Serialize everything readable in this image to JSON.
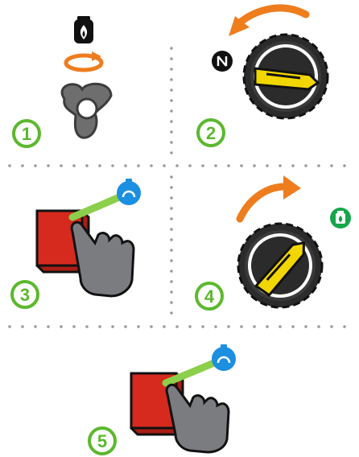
{
  "steps": [
    {
      "number": "1",
      "description_icons": [
        "gas-canister-icon",
        "rotate-icon",
        "gas-valve-handle-icon"
      ]
    },
    {
      "number": "2",
      "description_icons": [
        "off-symbol-icon",
        "control-knob-icon",
        "rotate-counterclockwise-arrow-icon"
      ]
    },
    {
      "number": "3",
      "description_icons": [
        "ignition-button-icon",
        "pointing-hand-icon",
        "ignite-icon"
      ]
    },
    {
      "number": "4",
      "description_icons": [
        "control-knob-icon",
        "rotate-clockwise-arrow-icon",
        "flame-on-icon"
      ]
    },
    {
      "number": "5",
      "description_icons": [
        "ignition-button-icon",
        "pointing-hand-icon",
        "ignite-icon"
      ]
    }
  ],
  "colors": {
    "step_green": "#5cb82e",
    "arrow_orange": "#ee7d1e",
    "knob_yellow": "#f2d600",
    "button_red": "#d62a1e",
    "ignite_blue": "#1c8fe0",
    "spark_green": "#8ccf4a",
    "hand_gray": "#7a7c80",
    "knob_dark": "#2b2b2b",
    "divider_gray": "#9a9a9a",
    "flame_green": "#15a64a"
  }
}
